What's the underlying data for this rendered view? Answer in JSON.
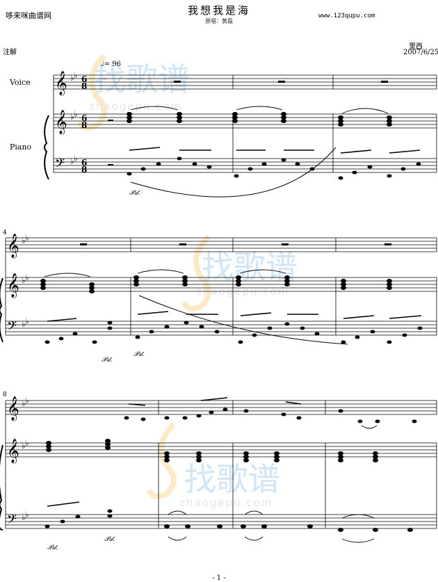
{
  "header": {
    "site_name": "哆来咪曲谱网",
    "site_url": "www.123qupu.com",
    "title": "我想我是海",
    "subtitle": "原唱：黄磊",
    "annotation": "注解",
    "composer": "里西",
    "date": "2007/6/25"
  },
  "instruments": {
    "voice": "Voice",
    "piano": "Piano"
  },
  "tempo": "♩= 96",
  "time_signature": {
    "top": "6",
    "bottom": "8"
  },
  "measure_numbers": [
    "4",
    "8"
  ],
  "pedal_mark": "𝒫𝒹.",
  "watermark": {
    "brand": "找歌谱",
    "domain": "zhaogepu.com"
  },
  "footer": {
    "page": "- 1 -"
  }
}
